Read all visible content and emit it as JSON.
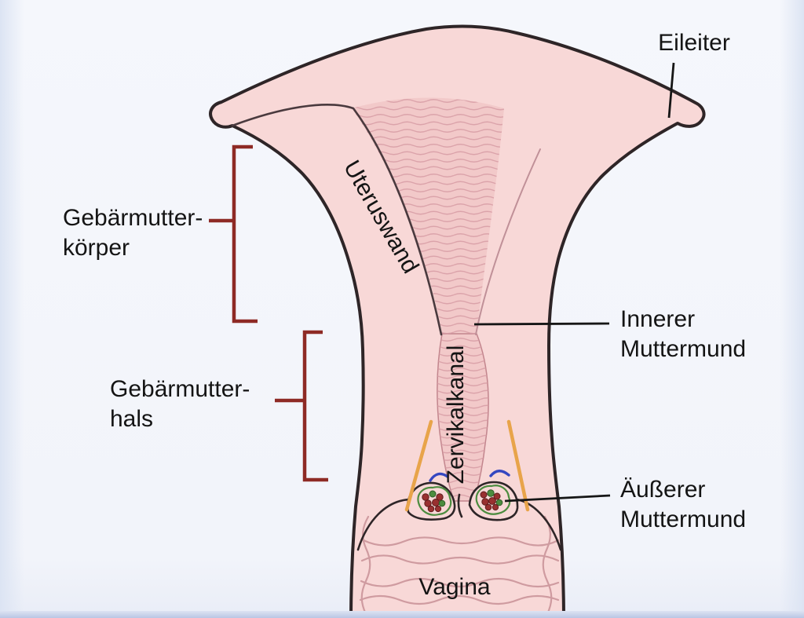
{
  "colors": {
    "background_top": "#f5f7fc",
    "background_edge": "#dce4f3",
    "bottom_band": "#b9c6e4",
    "wall_fill": "#f8d8d7",
    "cavity_fill": "#f2c9c9",
    "striation": "#d69aa2",
    "outline": "#2e2527",
    "thin_line": "#4a3a3e",
    "fold_line": "#cf9ba0",
    "bracket": "#8e2a25",
    "leader": "#161616",
    "text": "#141414",
    "orange_line": "#e8a44a",
    "blue_mark": "#3547c0",
    "cluster_red": "#993030",
    "cluster_red_stroke": "#5f1d1d",
    "cluster_green": "#4c8c3f"
  },
  "labels": {
    "eileiter": "Eileiter",
    "koerper": [
      "Gebärmutter-",
      "körper"
    ],
    "hals": [
      "Gebärmutter-",
      "hals"
    ],
    "uteruswand": "Uteruswand",
    "zervikalkanal": "Zervikalkanal",
    "innerer": [
      "Innerer",
      "Muttermund"
    ],
    "aeusserer": [
      "Äußerer",
      "Muttermund"
    ],
    "vagina": "Vagina"
  }
}
